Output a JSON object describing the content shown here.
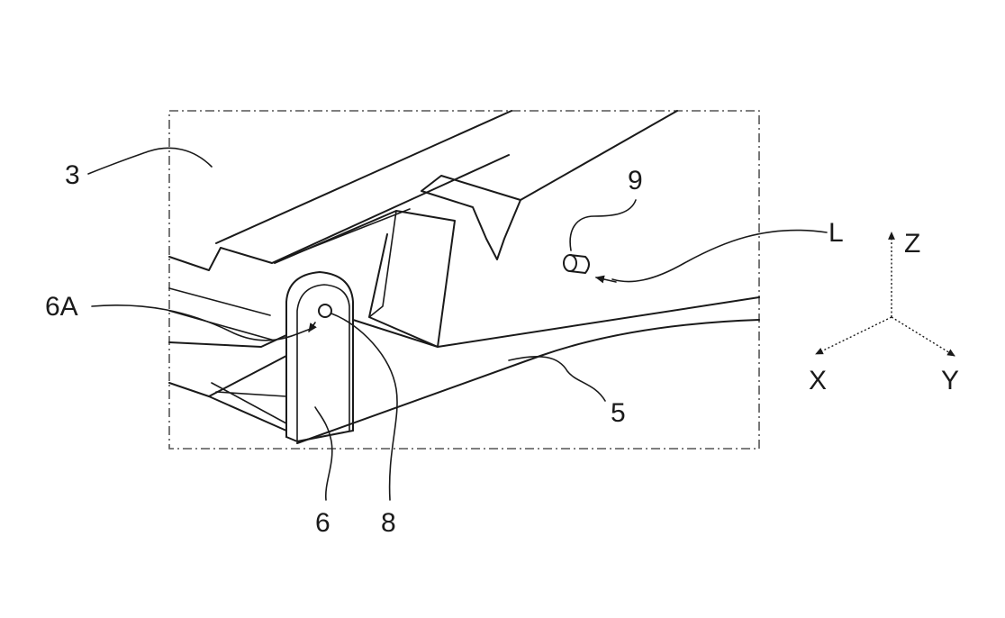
{
  "labels": {
    "part_3": "3",
    "part_6a": "6A",
    "part_6": "6",
    "part_8": "8",
    "part_5": "5",
    "part_9": "9",
    "part_l": "L"
  },
  "axes": {
    "z": "Z",
    "x": "X",
    "y": "Y"
  }
}
